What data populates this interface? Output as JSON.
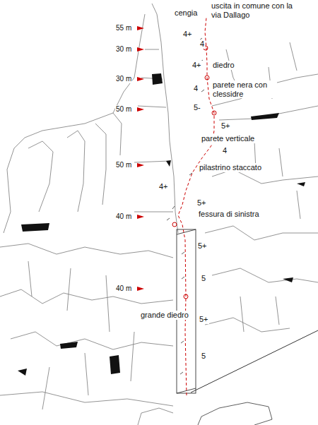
{
  "diagram": {
    "labels": [
      "uscita in comune con la via Dallago",
      "cengia",
      "55 m",
      "4+",
      "4",
      "30 m",
      "4+",
      "diedro",
      "30 m",
      "4",
      "parete nera con clessidre",
      "50 m",
      "5-",
      "5+",
      "parete verticale",
      "4",
      "50 m",
      "pilastrino staccato",
      "4+",
      "5+",
      "fessura di sinistra",
      "40 m",
      "5+",
      "5",
      "40 m",
      "5+",
      "grande diedro",
      "5"
    ]
  }
}
